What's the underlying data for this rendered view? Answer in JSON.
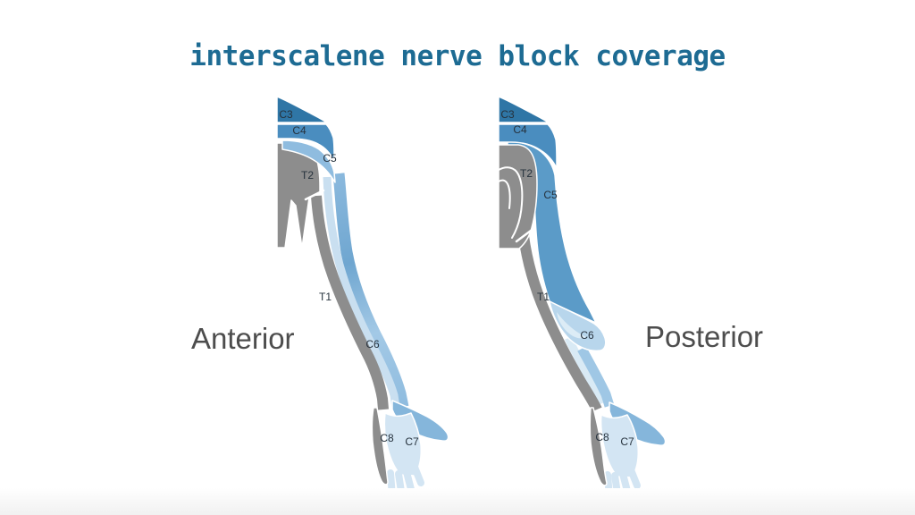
{
  "title": "interscalene nerve block coverage",
  "colors": {
    "title": "#1d6b93",
    "background": "#ffffff",
    "c3": "#2f76a6",
    "c4": "#4a8dbf",
    "c5_anterior": "#8fbcdf",
    "c5_posterior": "#5b9bc8",
    "c6": "#8fbddf",
    "pale_stripe": "#c9dff0",
    "c6_leaf": "#b8d6ec",
    "leaf_highlight": "#dcecf6",
    "forearm_pale": "#d9eaf5",
    "forearm_light": "#9fc7e5",
    "c7_hand": "#d3e5f3",
    "thumb": "#85b6db",
    "gray": "#8d8d8d",
    "region_label": "#26323d",
    "view_label": "#4d4d4d"
  },
  "diagrams": [
    {
      "view_label": "Anterior",
      "region_labels": [
        {
          "id": "c3",
          "text": "C3"
        },
        {
          "id": "c4",
          "text": "C4"
        },
        {
          "id": "c5",
          "text": "C5"
        },
        {
          "id": "t2",
          "text": "T2"
        },
        {
          "id": "t1",
          "text": "T1"
        },
        {
          "id": "c6",
          "text": "C6"
        },
        {
          "id": "c8",
          "text": "C8"
        },
        {
          "id": "c7",
          "text": "C7"
        }
      ]
    },
    {
      "view_label": "Posterior",
      "region_labels": [
        {
          "id": "c3",
          "text": "C3"
        },
        {
          "id": "c4",
          "text": "C4"
        },
        {
          "id": "c5",
          "text": "C5"
        },
        {
          "id": "t2",
          "text": "T2"
        },
        {
          "id": "t1",
          "text": "T1"
        },
        {
          "id": "c6",
          "text": "C6"
        },
        {
          "id": "c8",
          "text": "C8"
        },
        {
          "id": "c7",
          "text": "C7"
        }
      ]
    }
  ]
}
